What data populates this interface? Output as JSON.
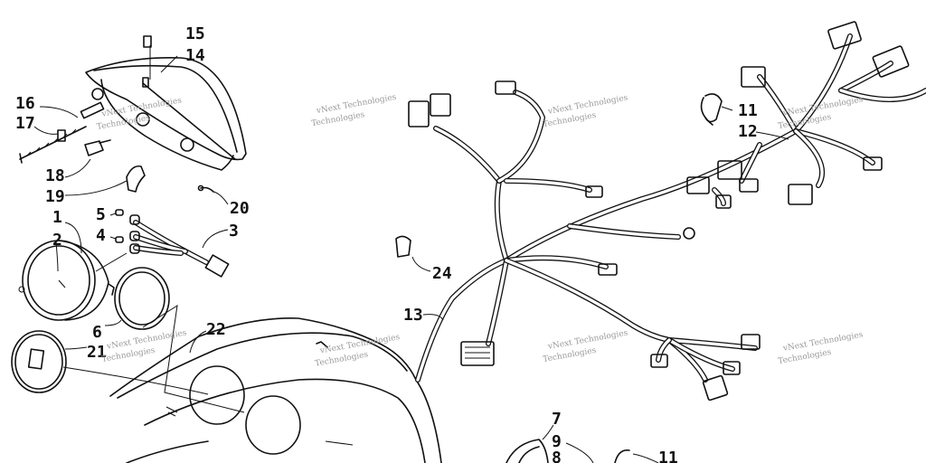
{
  "callouts": {
    "c15": "15",
    "c14": "14",
    "c16": "16",
    "c17": "17",
    "c18": "18",
    "c19": "19",
    "c20": "20",
    "c1": "1",
    "c2": "2",
    "c5": "5",
    "c4": "4",
    "c3": "3",
    "c6": "6",
    "c21": "21",
    "c22": "22",
    "c24": "24",
    "c13": "13",
    "c11a": "11",
    "c12": "12",
    "c7": "7",
    "c9": "9",
    "c8": "8",
    "c11b": "11"
  },
  "watermark": {
    "w1a": "vNext Technologies",
    "w1b": "Technologies",
    "w2a": "vNext Technologies",
    "w2b": "Technologies",
    "w3a": "vNext Technologies",
    "w3b": "Technologies",
    "w4a": "vNext Technologies",
    "w4b": "Technologies",
    "w5a": "vNext Technologies",
    "w5b": "Technologies",
    "w6a": "vNext Technologies",
    "w6b": "Technologies",
    "w7a": "vNext Technologies",
    "w7b": "Technologies",
    "w8a": "vNext Technologies",
    "w8b": "Technologies"
  },
  "colors": {
    "ink": "#111111",
    "paper": "#ffffff",
    "watermark": "#9a9a9a"
  }
}
